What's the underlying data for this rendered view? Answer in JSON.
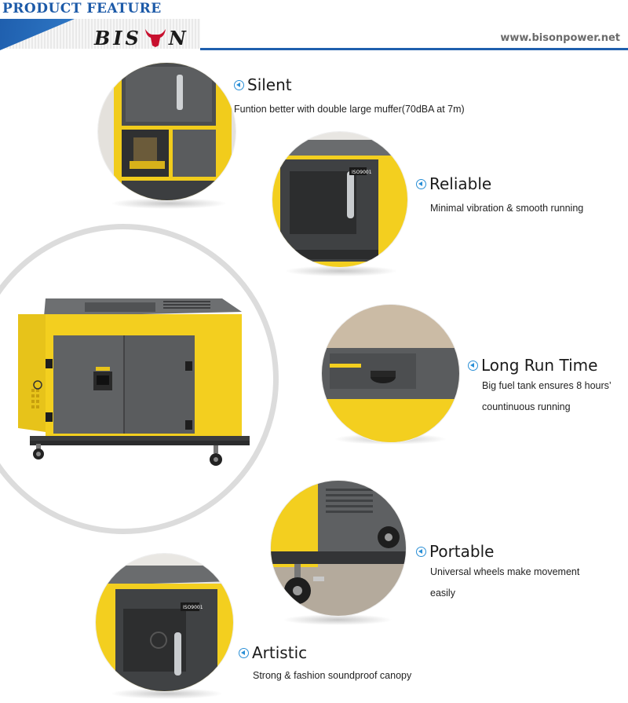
{
  "header": {
    "title": "PRODUCT FEATURE",
    "logo": "BISON",
    "website": "www.bisonpower.net"
  },
  "colors": {
    "accent_blue": "#1f5fae",
    "canopy_yellow": "#f3cf1f",
    "canopy_gray": "#5e6062",
    "icon_blue": "#2a8fd6"
  },
  "features": [
    {
      "title": "Silent",
      "description": "Funtion better with double large muffer(70dBA at 7m)",
      "icon": "circle-arrow-left-icon"
    },
    {
      "title": "Reliable",
      "description": "Minimal vibration & smooth running",
      "icon": "circle-arrow-left-icon"
    },
    {
      "title": "Long Run Time",
      "description_lines": [
        "Big fuel tank ensures 8 hours’",
        "countinuous running"
      ],
      "icon": "circle-arrow-left-icon"
    },
    {
      "title": "Portable",
      "description_lines": [
        "Universal wheels make movement",
        "easily"
      ],
      "icon": "circle-arrow-left-icon"
    },
    {
      "title": "Artistic",
      "description": "Strong & fashion soundproof canopy",
      "icon": "circle-arrow-left-icon"
    }
  ],
  "labels": {
    "iso_badge": "ISO9001"
  }
}
